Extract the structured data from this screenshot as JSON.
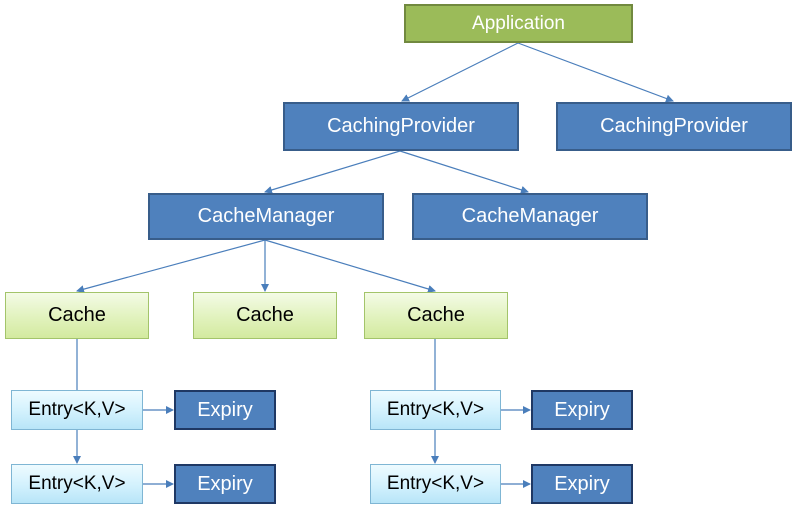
{
  "nodes": {
    "application": "Application",
    "provider_1": "CachingProvider",
    "provider_2": "CachingProvider",
    "manager_1": "CacheManager",
    "manager_2": "CacheManager",
    "cache_1": "Cache",
    "cache_2": "Cache",
    "cache_3": "Cache",
    "entry_1": "Entry<K,V>",
    "entry_2": "Entry<K,V>",
    "entry_3": "Entry<K,V>",
    "entry_4": "Entry<K,V>",
    "expiry_1": "Expiry",
    "expiry_2": "Expiry",
    "expiry_3": "Expiry",
    "expiry_4": "Expiry"
  },
  "colors": {
    "application_fill": "#9bbb59",
    "blue_fill": "#4f81bd",
    "cache_fill": "#e1f2bd",
    "entry_fill": "#d2f1fd",
    "connector": "#4a7ebb"
  }
}
